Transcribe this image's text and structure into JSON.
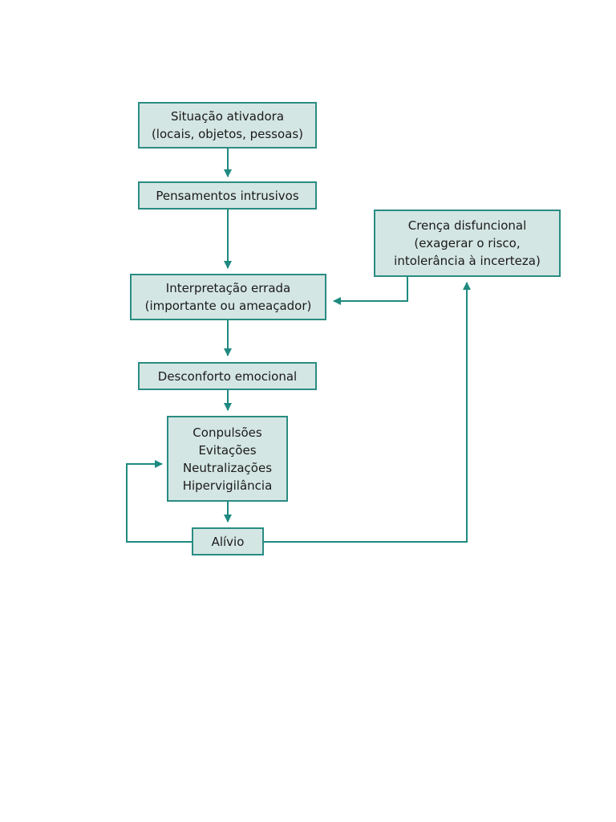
{
  "colors": {
    "box_fill": "#d4e6e3",
    "box_border": "#2a8c82",
    "arrow": "#1f8a80",
    "text": "#1a1a1a"
  },
  "nodes": {
    "situacao": {
      "lines": [
        "Situação ativadora",
        "(locais, objetos, pessoas)"
      ]
    },
    "pensamentos": {
      "lines": [
        "Pensamentos intrusivos"
      ]
    },
    "crenca": {
      "lines": [
        "Crença disfuncional",
        "(exagerar o risco,",
        "intolerância à incerteza)"
      ]
    },
    "interpretacao": {
      "lines": [
        "Interpretação errada",
        "(importante ou ameaçador)"
      ]
    },
    "desconforto": {
      "lines": [
        "Desconforto emocional"
      ]
    },
    "compulsoes": {
      "lines": [
        "Conpulsões",
        "Evitações",
        "Neutralizações",
        "Hipervigilância"
      ]
    },
    "alivio": {
      "lines": [
        "Alívio"
      ]
    }
  }
}
